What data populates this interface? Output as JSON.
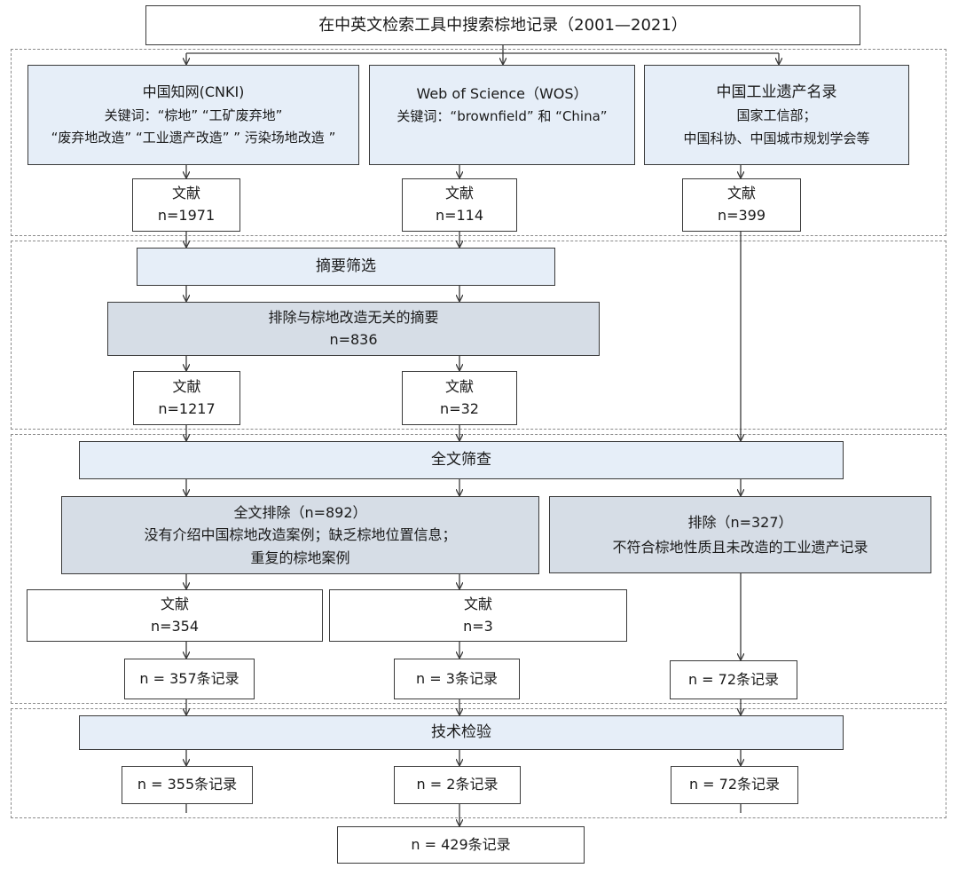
{
  "title": "在中英文检索工具中搜索棕地记录（2001—2021）",
  "sources": {
    "cnki": {
      "name": "中国知网(CNKI)",
      "line1": "关键词：“棕地” “工矿废弃地”",
      "line2": "“废弃地改造” “工业遗产改造” ” 污染场地改造 ”"
    },
    "wos": {
      "name": "Web of Science（WOS）",
      "line1": "关键词：“brownfield” 和 “China”"
    },
    "heritage": {
      "name": "中国工业遗产名录",
      "line1": "国家工信部；",
      "line2": "中国科协、中国城市规划学会等"
    }
  },
  "stage1": {
    "doc_label": "文献",
    "cnki_n": "n=1971",
    "wos_n": "n=114",
    "heritage_n": "n=399"
  },
  "abstract_screen": {
    "label": "摘要筛选",
    "exclude_line1": "排除与棕地改造无关的摘要",
    "exclude_line2": "n=836",
    "doc_label": "文献",
    "cnki_n": "n=1217",
    "wos_n": "n=32"
  },
  "fulltext_screen": {
    "label": "全文筛查",
    "exclude_left_line1": "全文排除（n=892）",
    "exclude_left_line2": "没有介绍中国棕地改造案例；缺乏棕地位置信息；",
    "exclude_left_line3": "重复的棕地案例",
    "exclude_right_line1": "排除（n=327）",
    "exclude_right_line2": "不符合棕地性质且未改造的工业遗产记录",
    "doc_label": "文献",
    "cnki_n": "n=354",
    "wos_n": "n=3",
    "rec_cnki": "n = 357条记录",
    "rec_wos": "n = 3条记录",
    "rec_heritage": "n = 72条记录"
  },
  "tech_check": {
    "label": "技术检验",
    "rec_cnki": "n = 355条记录",
    "rec_wos": "n = 2条记录",
    "rec_heritage": "n = 72条记录"
  },
  "final": "n = 429条记录",
  "colors": {
    "light_blue": "#e6eef8",
    "gray_blue": "#d6dde6",
    "border": "#3a3a3a",
    "dashed": "#8a8a8a"
  }
}
